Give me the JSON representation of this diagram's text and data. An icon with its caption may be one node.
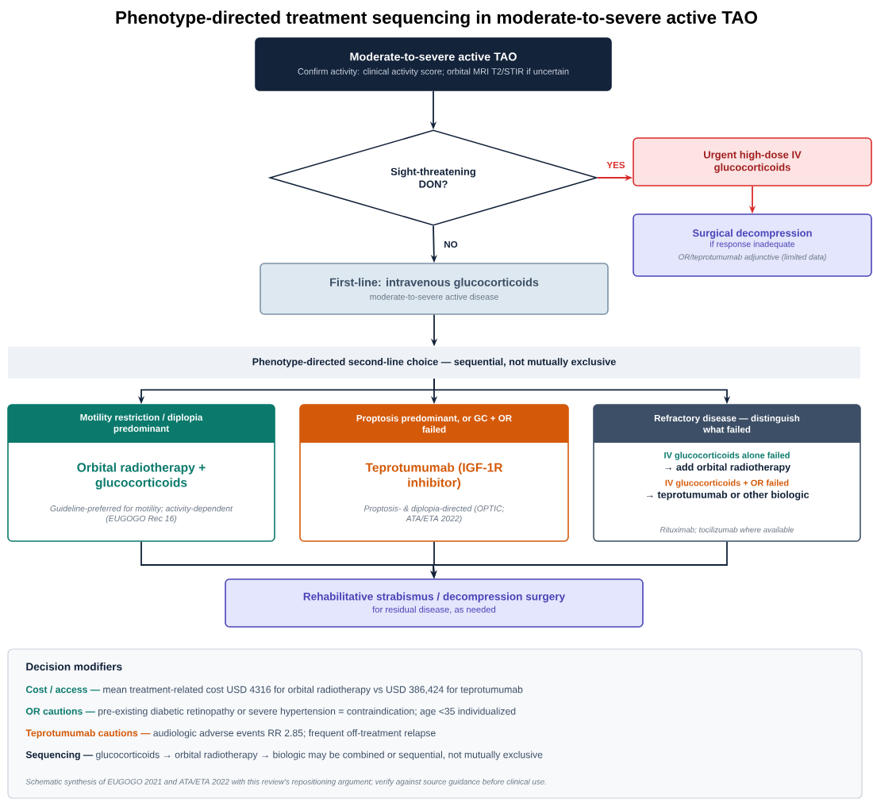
{
  "diagram": {
    "title": "Phenotype-directed treatment sequencing in moderate-to-severe active TAO",
    "nodes": [
      {
        "text": [
          "Moderate-to-severe active TAO",
          "Confirm activity: clinical activity score; orbital MRI T2/STIR if uncertain"
        ]
      },
      {
        "text": [
          "Sight-threatening DON?"
        ]
      },
      {
        "text": [
          "Urgent high-dose IV glucocorticoids"
        ]
      },
      {
        "text": [
          "Surgical decompression",
          "if response inadequate",
          "OR/teprotumumab adjunctive (limited data)"
        ]
      },
      {
        "text": [
          "First-line: intravenous glucocorticoids",
          "moderate-to-severe active disease"
        ]
      },
      {
        "text": [
          "Phenotype-directed second-line choice — sequential, not mutually exclusive"
        ]
      },
      {
        "text": [
          "Motility restriction / diplopia predominant",
          "Orbital radiotherapy + glucocorticoids",
          "Guideline-preferred for motility; activity-dependent (EUGOGO Rec 16)"
        ]
      },
      {
        "text": [
          "Proptosis predominant, or GC + OR failed",
          "Teprotumumab (IGF-1R inhibitor)",
          "Proptosis- & diplopia-directed (OPTIC; ATA/ETA 2022)"
        ]
      },
      {
        "text": [
          "Refractory disease — distinguish what failed",
          "IV glucocorticoids alone failed",
          "→ add orbital radiotherapy",
          "IV glucocorticoids + OR failed",
          "→ teprotumumab or other biologic",
          "Rituximab; tocilizumab where available"
        ]
      },
      {
        "text": [
          "Rehabilitative strabismus / decompression surgery",
          "for residual disease, as needed"
        ]
      },
      {
        "text": [
          "Decision modifiers",
          "Cost / access —",
          "mean treatment-related cost USD 4316 for orbital radiotherapy vs USD 386,424 for teprotumumab",
          "OR cautions —",
          "pre-existing diabetic retinopathy or severe hypertension = contraindication; age <35 individualized",
          "Teprotumumab cautions —",
          "audiologic adverse events RR 2.85; frequent off-treatment relapse",
          "Sequencing —",
          "glucocorticoids → orbital radiotherapy → biologic may be combined or sequential, not mutually exclusive",
          "Schematic synthesis of EUGOGO 2021 and ATA/ETA 2022 with this review's repositioning argument; verify against source guidance before clinical use."
        ]
      }
    ],
    "edges": [
      {
        "from": 0,
        "to": 1,
        "arrow": "to"
      },
      {
        "from": 1,
        "to": 2,
        "arrow": "to",
        "label": "YES",
        "color": "#d92b2b"
      },
      {
        "from": 2,
        "to": 3,
        "arrow": "to",
        "color": "#d92b2b"
      },
      {
        "from": 1,
        "to": 4,
        "arrow": "to",
        "label": "NO"
      },
      {
        "from": 4,
        "to": 5,
        "arrow": "to"
      },
      {
        "from": 5,
        "to": 6,
        "arrow": "to"
      },
      {
        "from": 5,
        "to": 7,
        "arrow": "to"
      },
      {
        "from": 5,
        "to": 8,
        "arrow": "to"
      },
      {
        "from": 6,
        "to": 9,
        "arrow": "to"
      },
      {
        "from": 7,
        "to": 9,
        "arrow": "to"
      },
      {
        "from": 8,
        "to": 9,
        "arrow": "to"
      }
    ]
  }
}
